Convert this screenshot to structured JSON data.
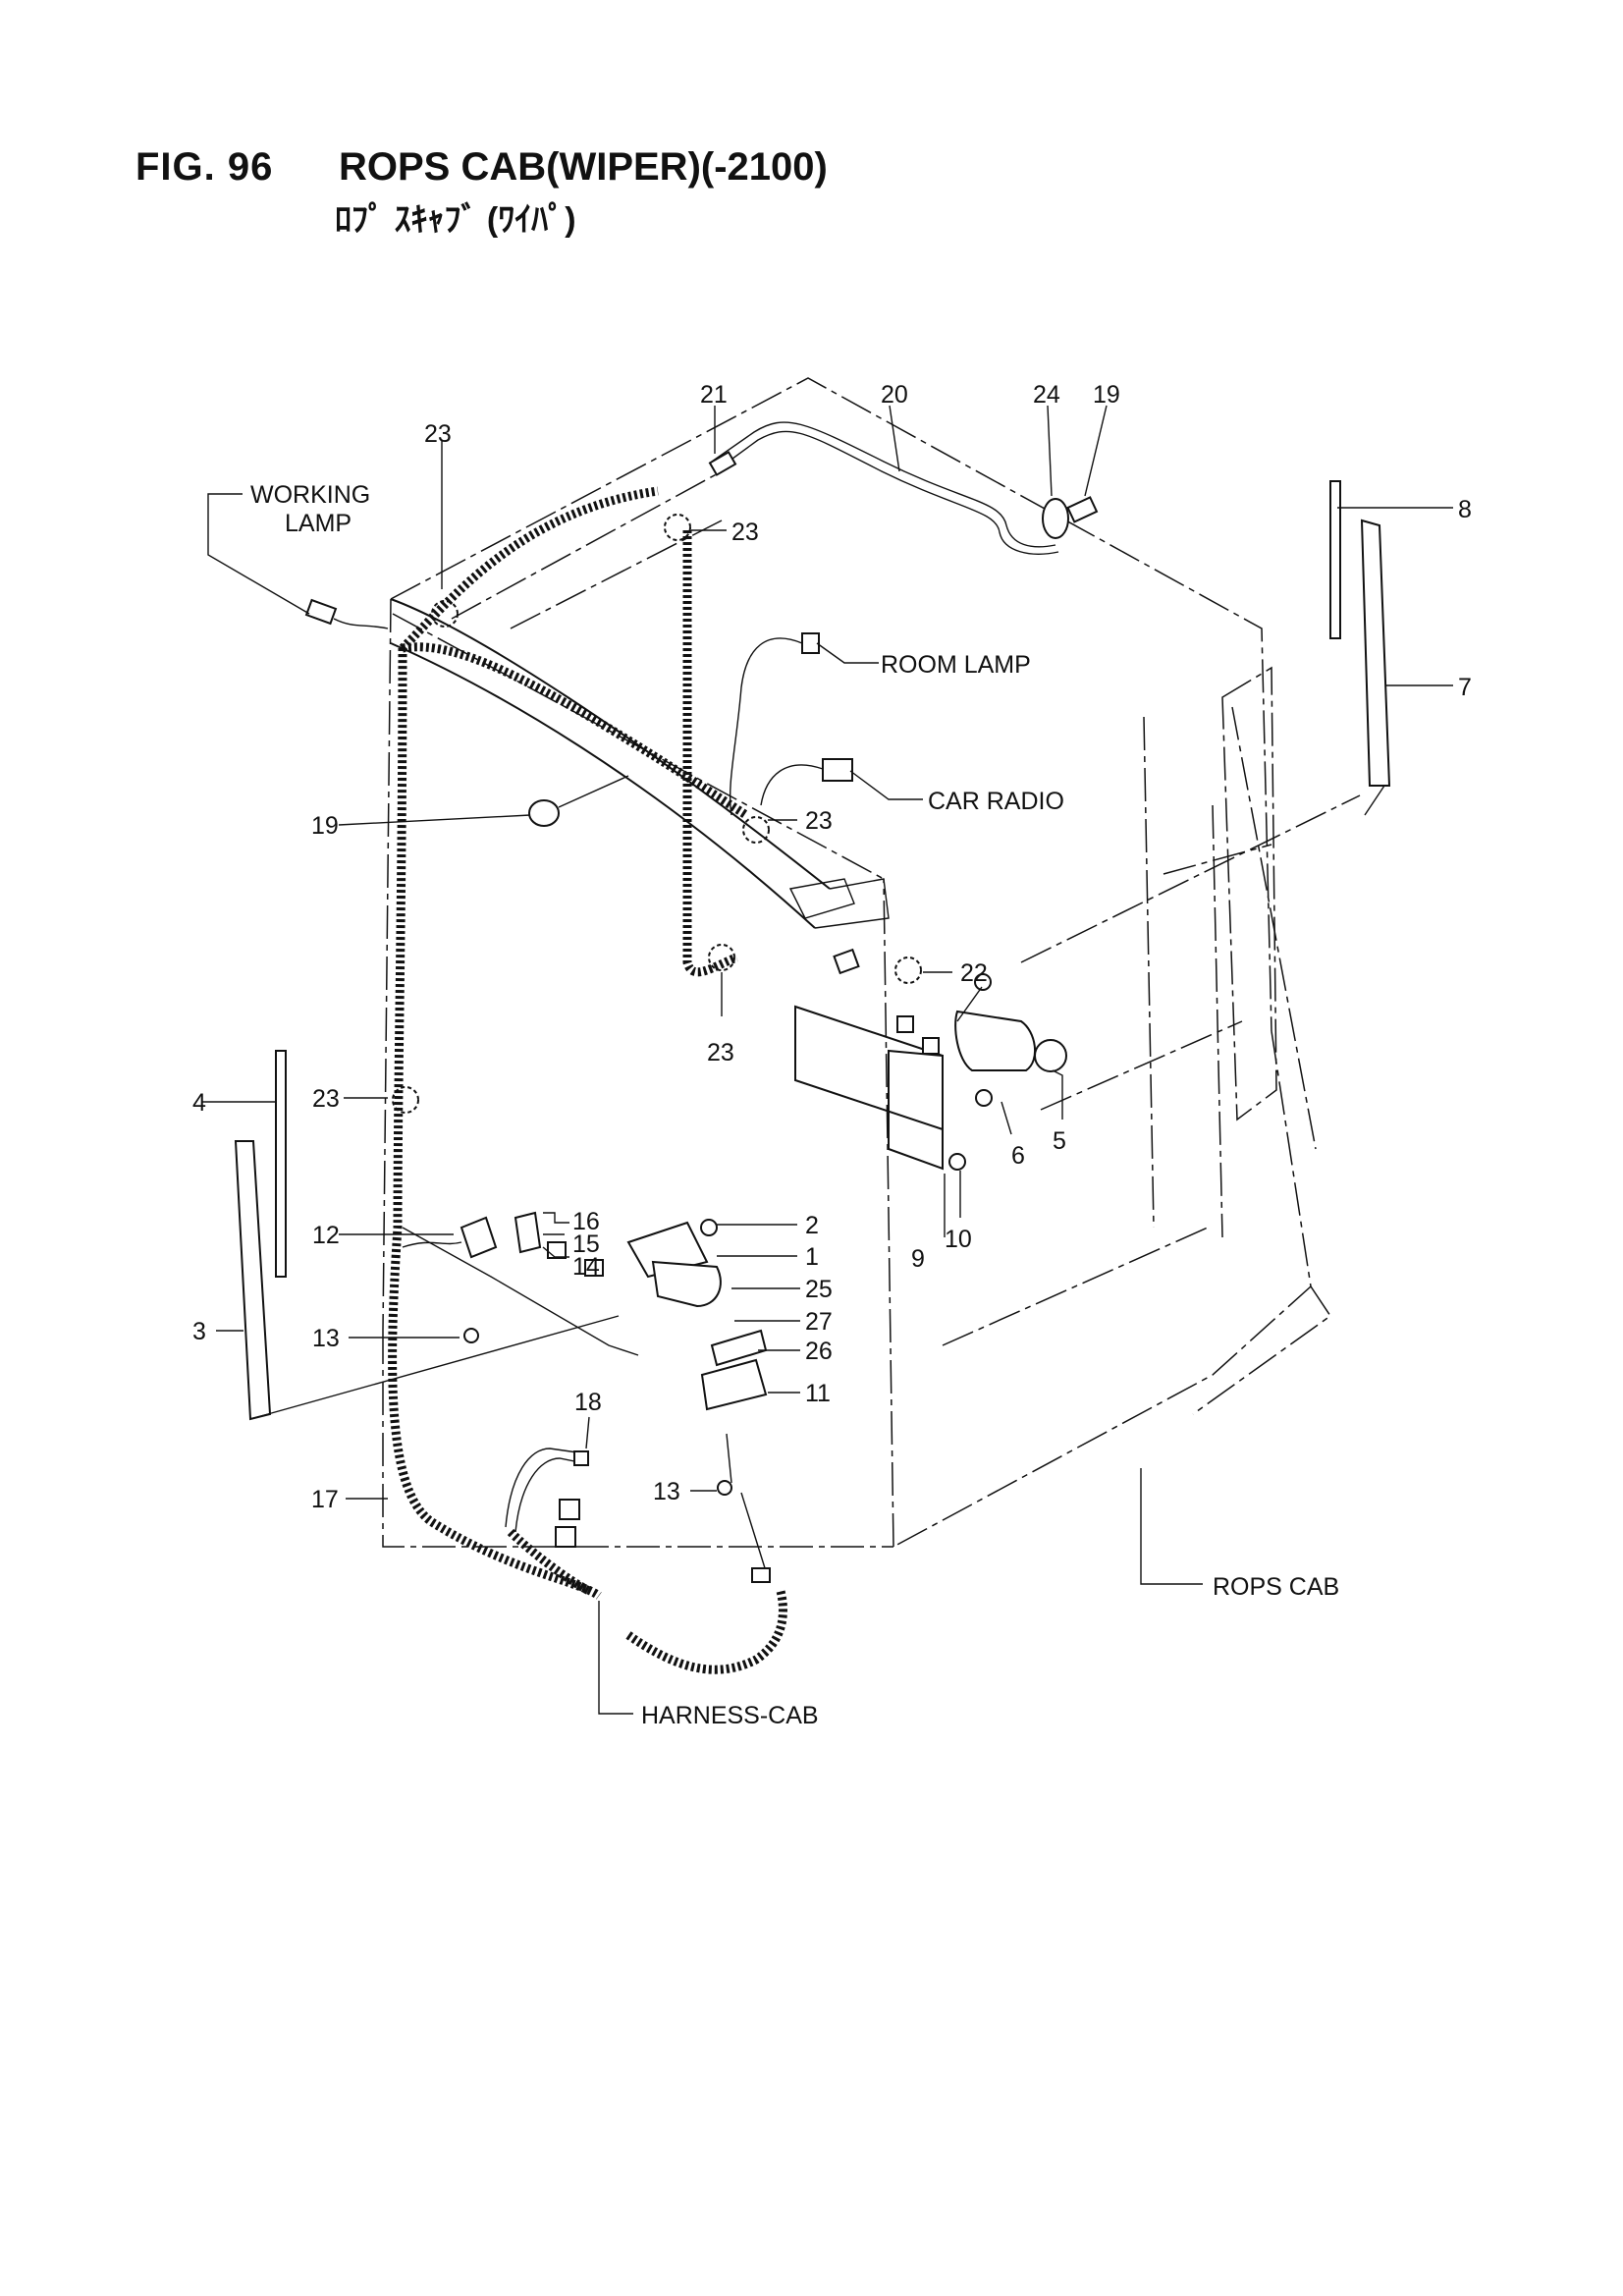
{
  "header": {
    "fig_no": "FIG. 96",
    "title": "ROPS CAB(WIPER)(-2100)",
    "subtitle": "ﾛﾌﾟ ｽｷｬﾌﾞ (ﾜｲﾊﾟ)"
  },
  "callouts": {
    "c1": "1",
    "c2": "2",
    "c3": "3",
    "c4": "4",
    "c5": "5",
    "c6": "6",
    "c7": "7",
    "c8": "8",
    "c9": "9",
    "c10": "10",
    "c11": "11",
    "c12": "12",
    "c13a": "13",
    "c13b": "13",
    "c14": "14",
    "c15": "15",
    "c16": "16",
    "c17": "17",
    "c18": "18",
    "c19a": "19",
    "c19b": "19",
    "c20": "20",
    "c21": "21",
    "c22": "22",
    "c23a": "23",
    "c23b": "23",
    "c23c": "23",
    "c23d": "23",
    "c23e": "23",
    "c24": "24",
    "c25": "25",
    "c26": "26",
    "c27": "27"
  },
  "labels": {
    "working_lamp_1": "WORKING",
    "working_lamp_2": "LAMP",
    "room_lamp": "ROOM LAMP",
    "car_radio": "CAR RADIO",
    "rops_cab": "ROPS CAB",
    "harness_cab": "HARNESS-CAB"
  }
}
